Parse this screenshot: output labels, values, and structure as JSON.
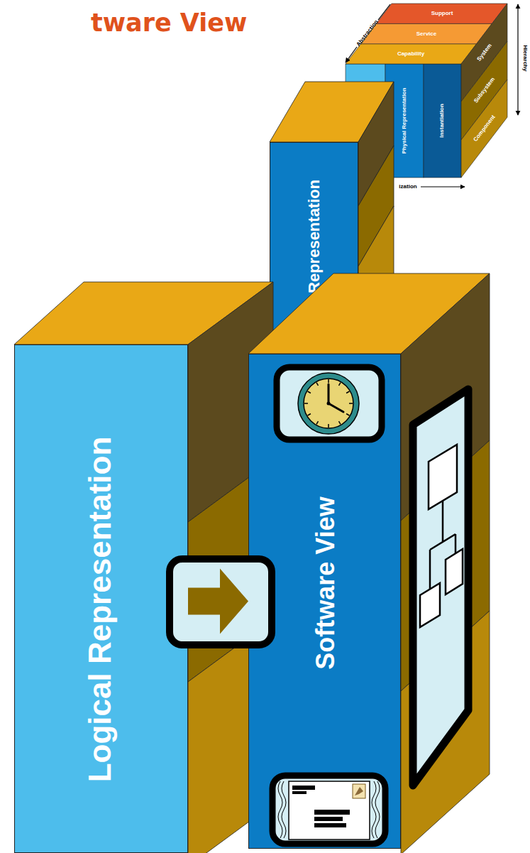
{
  "diagram": {
    "title": "tware View",
    "nodes": [
      {
        "text": [
          "l Representation"
        ]
      },
      {
        "text": [
          "Logical Representation"
        ]
      },
      {
        "text": [
          "Software View"
        ]
      }
    ],
    "edges": [
      {
        "from": 1,
        "to": 2,
        "arrow": "to"
      }
    ],
    "labels": [
      "Abstraction",
      "Support",
      "Service",
      "Capability",
      "Hierarchy",
      "System",
      "Subsystem",
      "Component",
      "Physical Representation",
      "Instantiation",
      "ization"
    ]
  }
}
